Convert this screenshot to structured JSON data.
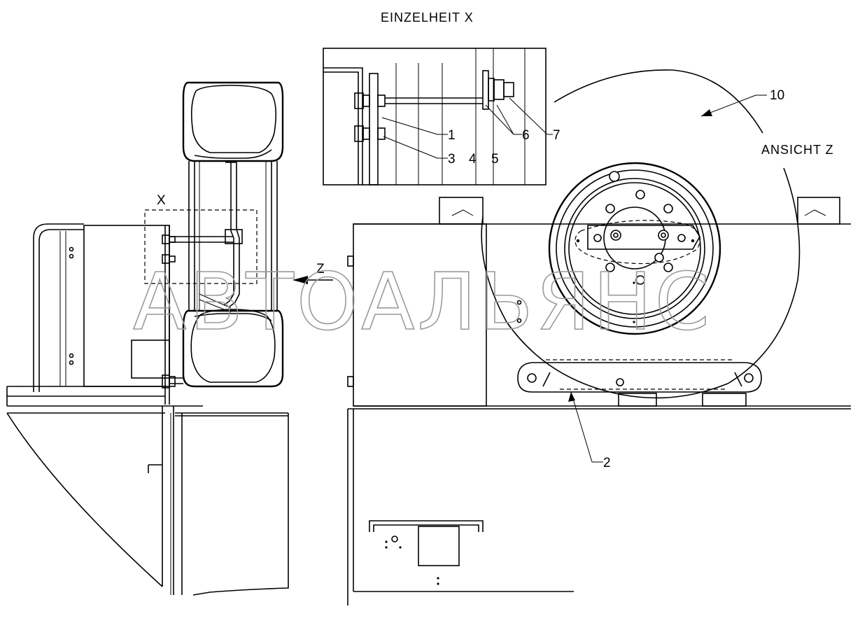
{
  "titles": {
    "detail": "EINZELHEIT X",
    "view": "ANSICHT Z"
  },
  "markers": {
    "detail_ref": "X",
    "view_ref": "Z"
  },
  "callouts": {
    "c1": "1",
    "c2": "2",
    "c3": "3",
    "c4": "4",
    "c5": "5",
    "c6": "6",
    "c7": "7",
    "c10": "10"
  },
  "watermark": "АВТОАЛЬЯНС"
}
